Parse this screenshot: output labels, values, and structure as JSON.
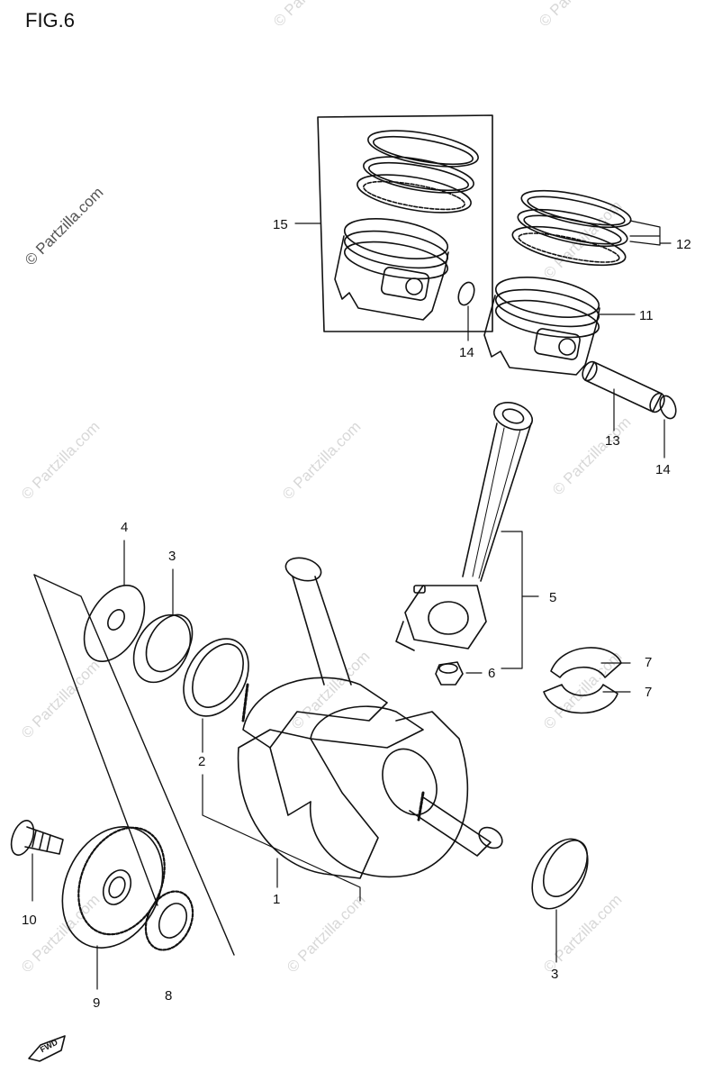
{
  "figure_title": "FIG.6",
  "watermark": "© Partzilla.com",
  "fwd_label": "FWD",
  "parts": {
    "p1": "1",
    "p2": "2",
    "p3a": "3",
    "p3b": "3",
    "p4": "4",
    "p5": "5",
    "p6": "6",
    "p7a": "7",
    "p7b": "7",
    "p8": "8",
    "p9": "9",
    "p10": "10",
    "p11": "11",
    "p12": "12",
    "p13": "13",
    "p14a": "14",
    "p14b": "14",
    "p15": "15"
  }
}
